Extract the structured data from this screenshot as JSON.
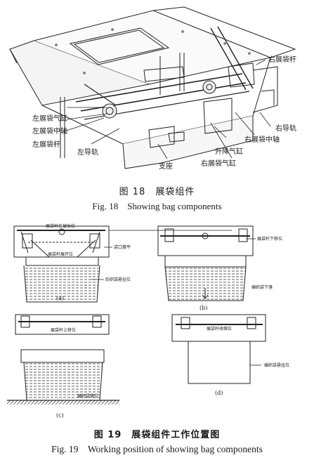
{
  "figure18": {
    "labels": {
      "right_bag_rod": "右展袋杆",
      "right_rail": "右导轨",
      "right_bag_middle_shaft": "右展袋中轴",
      "lift_cylinder": "升降气缸",
      "right_bag_cylinder": "右展袋气缸",
      "support": "支座",
      "left_rail": "左导轨",
      "left_bag_rod": "左展袋杆",
      "left_bag_middle_shaft": "左展袋中轴",
      "left_bag_cylinder": "左展袋气缸"
    },
    "caption_cn": "图 18　展袋组件",
    "caption_en": "Fig. 18　Showing bag components"
  },
  "figure19": {
    "panels": {
      "a": {
        "letter": "(a)",
        "top_label": "展袋杆在被抬位",
        "rod_open_label": "展袋杆展开位",
        "mouth_label": "袋口撑平",
        "bag_label": "纺织袋悬挂位"
      },
      "b": {
        "letter": "(b)",
        "rod_label": "展袋杆下移位",
        "bag_label": "编织袋下落"
      },
      "c": {
        "letter": "(c)",
        "rod_label": "展袋杆上移位",
        "bag_label": "编织袋落位"
      },
      "d": {
        "letter": "(d)",
        "rod_label": "展袋杆收缩位",
        "bag_label": "编织袋悬挂位"
      }
    },
    "caption_cn": "图 19　展袋组件工作位置图",
    "caption_en": "Fig. 19　Working position of showing bag components"
  }
}
